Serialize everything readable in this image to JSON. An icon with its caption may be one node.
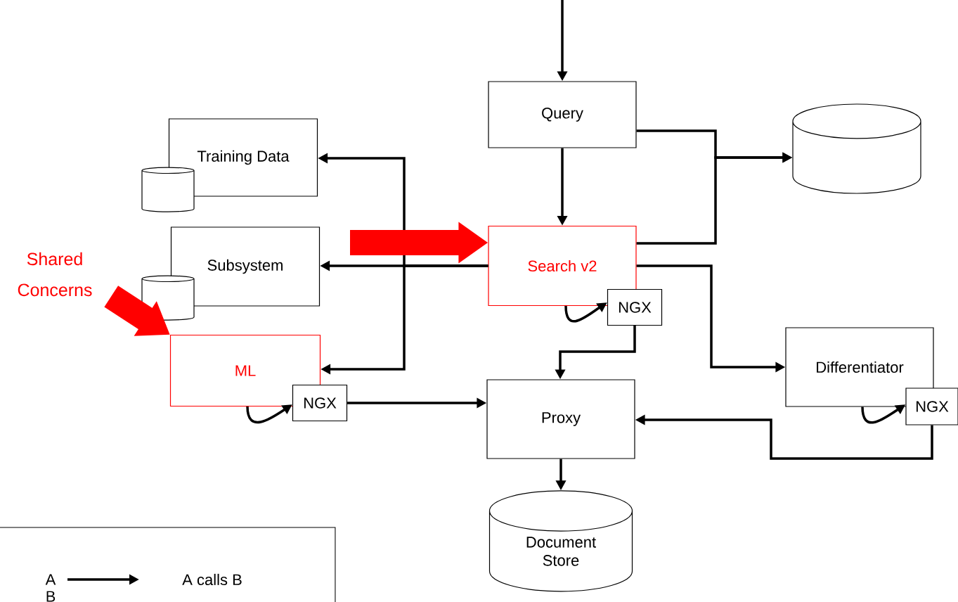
{
  "diagram": {
    "nodes": [
      {
        "text": [
          "Query"
        ]
      },
      {
        "text": [],
        "shape": "cylinder"
      },
      {
        "text": [
          "Training Data"
        ]
      },
      {
        "text": [],
        "shape": "cylinder"
      },
      {
        "text": [
          "Subsystem"
        ]
      },
      {
        "text": [],
        "shape": "cylinder"
      },
      {
        "text": [
          "Search v2"
        ]
      },
      {
        "text": [
          "NGX"
        ]
      },
      {
        "text": [
          "Differentiator"
        ]
      },
      {
        "text": [
          "NGX"
        ]
      },
      {
        "text": [
          "ML"
        ]
      },
      {
        "text": [
          "NGX"
        ]
      },
      {
        "text": [
          "Proxy"
        ]
      },
      {
        "text": [
          "Document Store"
        ]
      },
      {
        "text": [
          "Shared Concerns"
        ]
      }
    ],
    "edges": [
      {
        "from": null,
        "to": 0,
        "arrow": "to"
      },
      {
        "from": 0,
        "to": 6,
        "arrow": "to"
      },
      {
        "from": 0,
        "to": 1,
        "arrow": "to"
      },
      {
        "from": 6,
        "to": 1,
        "arrow": "to"
      },
      {
        "from": 6,
        "to": 4,
        "arrow": "to"
      },
      {
        "from": 6,
        "to": 2,
        "arrow": "to"
      },
      {
        "from": 6,
        "to": 10,
        "arrow": "to"
      },
      {
        "from": 6,
        "to": 8,
        "arrow": "to"
      },
      {
        "from": 6,
        "to": 7,
        "arrow": "to"
      },
      {
        "from": 7,
        "to": 12,
        "arrow": "to"
      },
      {
        "from": 10,
        "to": 11,
        "arrow": "to"
      },
      {
        "from": 11,
        "to": 12,
        "arrow": "to"
      },
      {
        "from": 8,
        "to": 9,
        "arrow": "to"
      },
      {
        "from": 9,
        "to": 12,
        "arrow": "to"
      },
      {
        "from": 12,
        "to": 13,
        "arrow": "to"
      },
      {
        "from": null,
        "to": 6,
        "arrow": "to",
        "style": "thick",
        "color": "#ff0000"
      },
      {
        "from": 14,
        "to": 10,
        "arrow": "to",
        "style": "thick",
        "color": "#ff0000"
      }
    ],
    "labels": [
      "A",
      "A calls B",
      "B"
    ]
  }
}
